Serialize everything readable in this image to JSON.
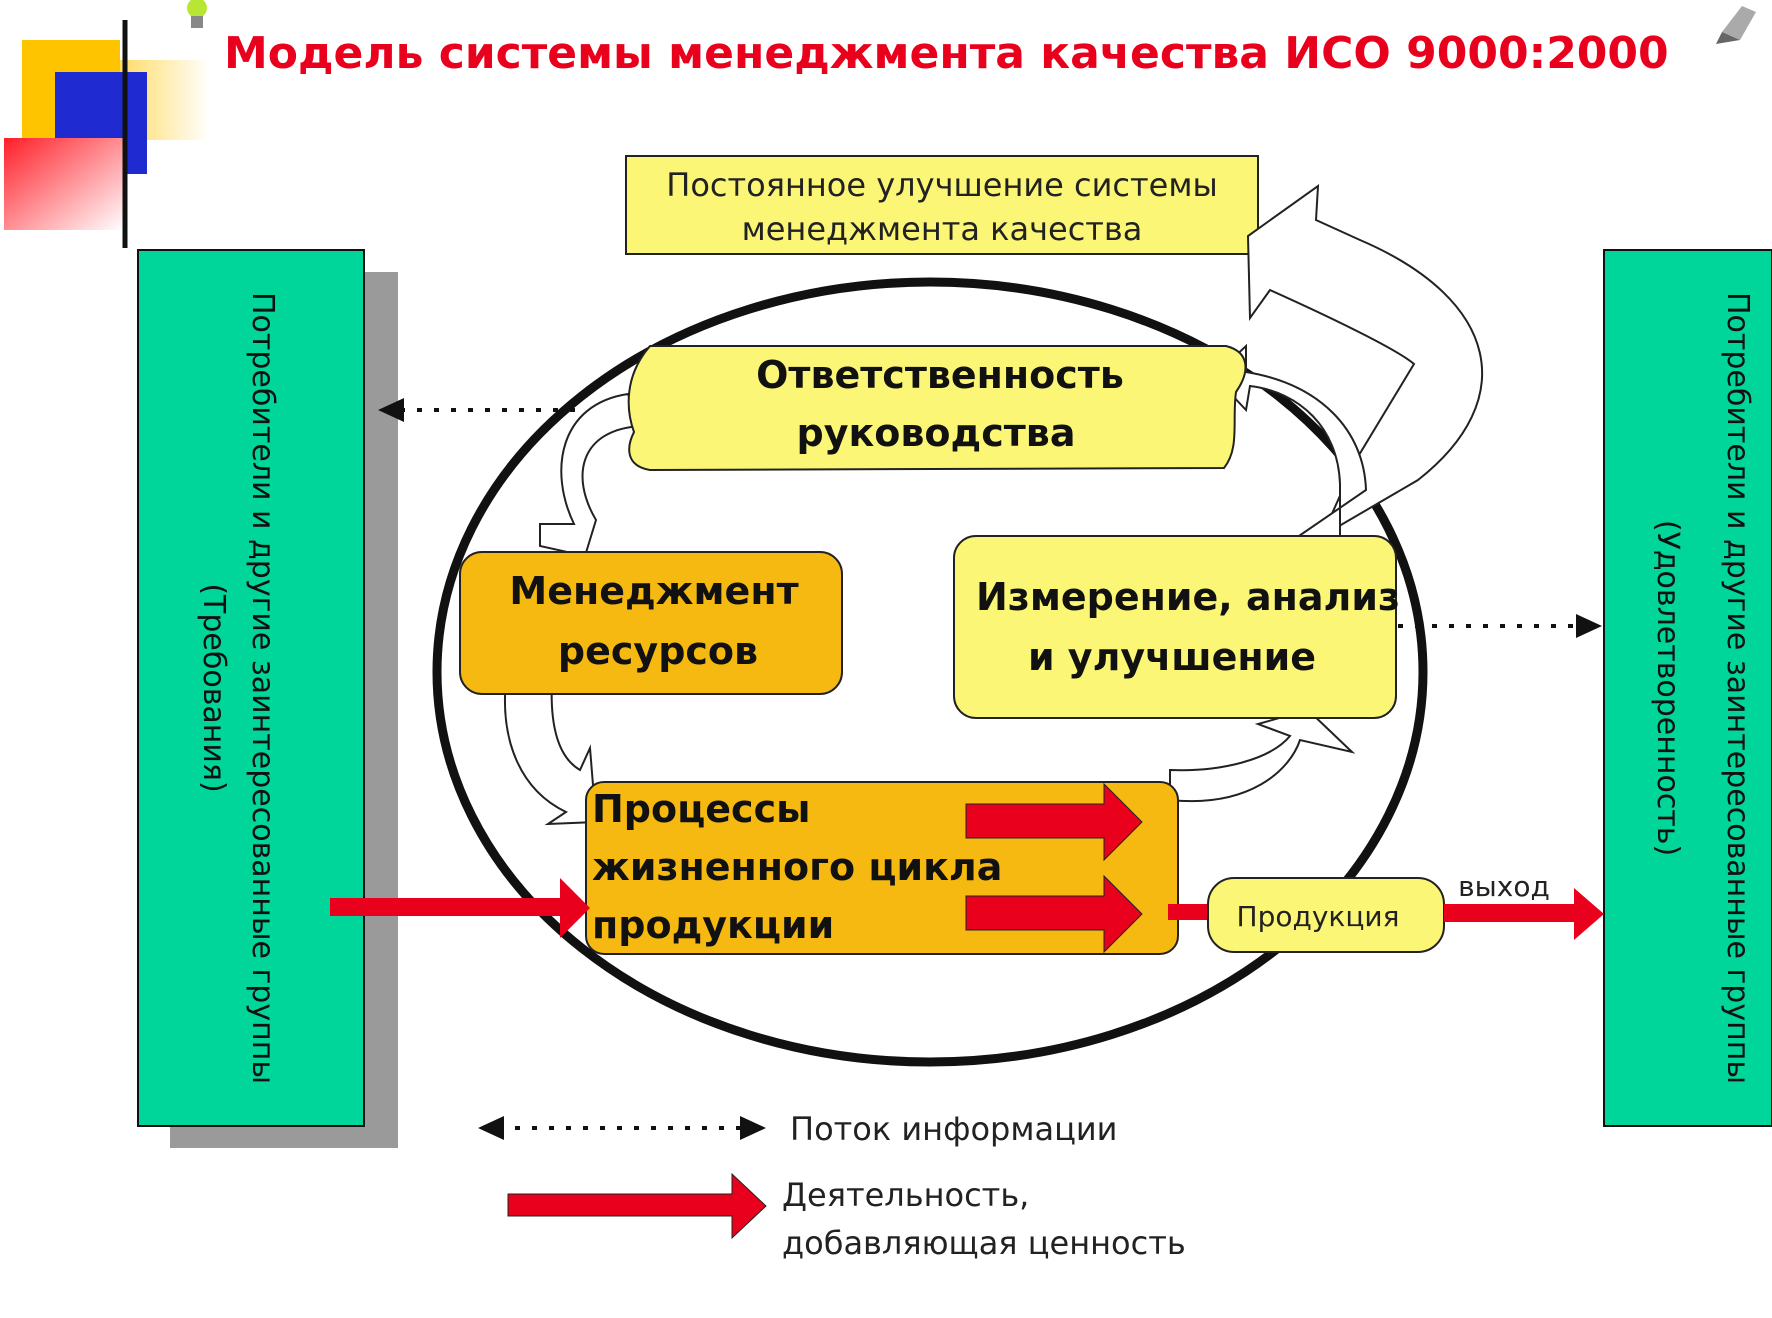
{
  "title": "Модель системы менеджмента качества ИСО 9000:2000",
  "colors": {
    "title": "#e8001c",
    "side_box": "#00d59a",
    "light_box": "#fbf676",
    "dark_box": "#f6b912",
    "value_arrow": "#e8001c"
  },
  "improvement": {
    "line1": "Постоянное улучшение системы",
    "line2": "менеджмента качества"
  },
  "left_side": {
    "line1": "Потребители и другие заинтересованные группы",
    "line2": "(Требования)"
  },
  "right_side": {
    "line1": "Потребители и другие заинтересованные группы",
    "line2": "(Удовлетворенность)"
  },
  "boxes": {
    "responsibility": {
      "line1": "Ответственность",
      "line2": "руководства"
    },
    "resources": {
      "line1": "Менеджмент",
      "line2": "ресурсов"
    },
    "measurement": {
      "line1": "Измерение, анализ",
      "line2": "и улучшение"
    },
    "processes": {
      "line1": "Процессы",
      "line2": "жизненного цикла",
      "line3": "продукции"
    },
    "product": {
      "label": "Продукция"
    }
  },
  "output_label": "выход",
  "legend": {
    "info_flow": "Поток информации",
    "value_line1": "Деятельность,",
    "value_line2": "добавляющая ценность"
  }
}
